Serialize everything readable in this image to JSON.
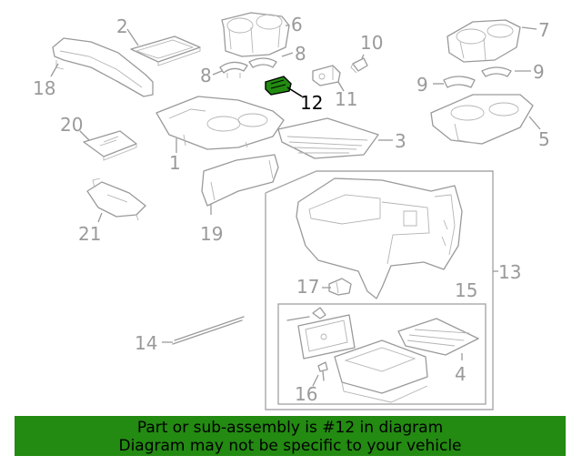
{
  "callouts": {
    "c1": "1",
    "c2": "2",
    "c3": "3",
    "c4": "4",
    "c5": "5",
    "c6": "6",
    "c7": "7",
    "c8a": "8",
    "c8b": "8",
    "c9a": "9",
    "c9b": "9",
    "c10": "10",
    "c11": "11",
    "c12": "12",
    "c13": "13",
    "c14": "14",
    "c15": "15",
    "c16": "16",
    "c17": "17",
    "c18": "18",
    "c19": "19",
    "c20": "20",
    "c21": "21"
  },
  "highlight": {
    "part": "12",
    "color": "#238a12"
  },
  "banner": {
    "line1": "Part or sub-assembly is #12 in diagram",
    "line2": "Diagram may not be specific to your vehicle",
    "background": "#238a12"
  }
}
